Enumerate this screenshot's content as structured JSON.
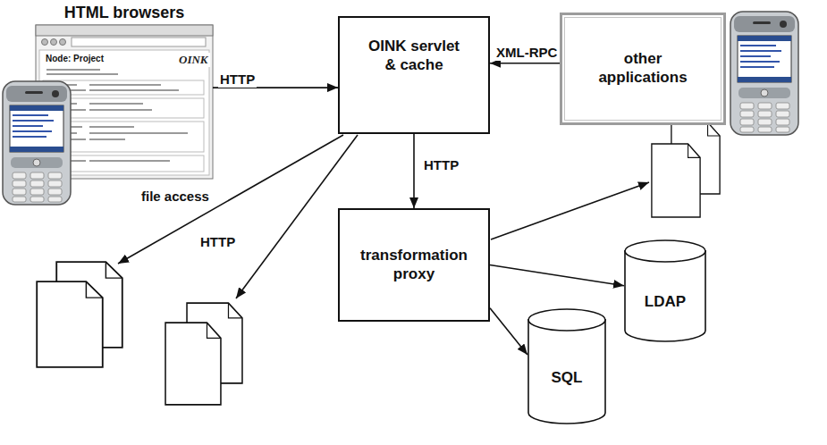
{
  "diagram": {
    "nodes": [
      {
        "text": [
          "HTML browsers"
        ]
      },
      {
        "text": [
          "OINK servlet & cache"
        ]
      },
      {
        "text": [
          "other applications"
        ]
      },
      {
        "text": [
          "transformation proxy"
        ]
      },
      {
        "text": [
          "SQL"
        ]
      },
      {
        "text": [
          "LDAP"
        ]
      }
    ],
    "edges": [
      {
        "from": 0,
        "to": 1,
        "arrow": "to",
        "label": "HTTP"
      },
      {
        "from": 2,
        "to": 1,
        "arrow": "to",
        "label": "XML-RPC"
      },
      {
        "from": 1,
        "to": 3,
        "arrow": "to",
        "label": "HTTP"
      },
      {
        "from": 3,
        "to": 4,
        "arrow": "to"
      },
      {
        "from": 3,
        "to": 5,
        "arrow": "to"
      }
    ],
    "labels": [
      "file access",
      "HTTP",
      "Node: Project",
      "OINK"
    ]
  }
}
